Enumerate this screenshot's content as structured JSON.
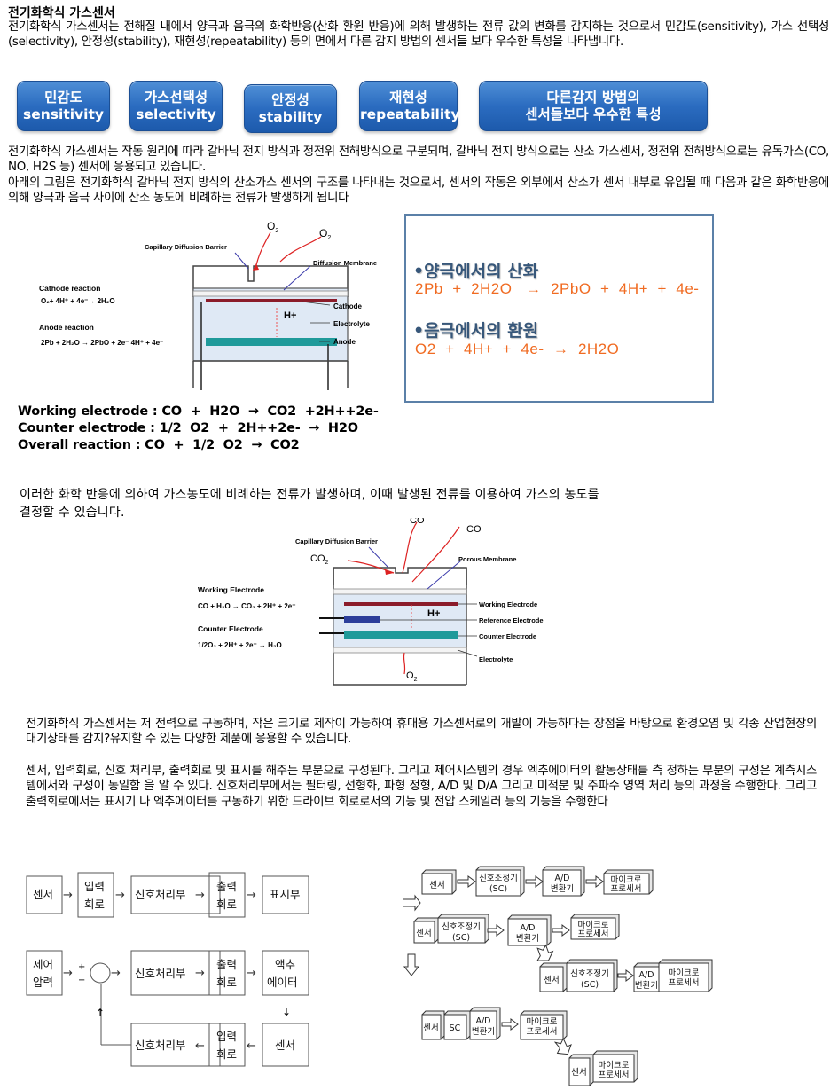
{
  "doc": {
    "title": "전기화학식 가스센서",
    "intro": "전기화학식 가스센서는 전해질 내에서 양극과 음극의 화학반응(산화 환원 반응)에 의해 발생하는 전류 값의 변화를 감지하는 것으로서 민감도(sensitivity), 가스 선택성(selectivity), 안정성(stability), 재현성(repeatability) 등의 면에서 다른 감지 방법의 센서들 보다 우수한 특성을 나타냅니다.",
    "p2": "전기화학식 가스센서는 작동 원리에 따라 갈바닉 전지 방식과 정전위 전해방식으로 구분되며, 갈바닉 전지 방식으로는 산소 가스센서, 정전위 전해방식으로는 유독가스(CO, NO, H2S 등) 센서에 응용되고 있습니다.",
    "p3": "아래의 그림은 전기화학식 갈바닉 전지 방식의 산소가스 센서의 구조를 나타내는 것으로서, 센서의 작동은 외부에서 산소가 센서 내부로 유입될 때 다음과 같은 화학반응에 의해 양극과 음극 사이에 산소 농도에 비례하는 전류가 발생하게 됩니다",
    "p4_line1": "이러한 화학 반응에 의하여 가스농도에 비례하는 전류가 발생하며, 이때 발생된 전류를 이용하여 가스의 농도를",
    "p4_line2": "결정할 수 있습니다.",
    "p5": "전기화학식 가스센서는 저 전력으로 구동하며, 작은 크기로 제작이 가능하여 휴대용 가스센서로의 개발이 가능하다는 장점을 바탕으로 환경오염 및 각종 산업현장의 대기상태를 감지?유지할 수 있는 다양한 제품에 응용할 수 있습니다.",
    "p6": "센서, 입력회로, 신호 처리부, 출력회로 및 표시를 해주는 부분으로 구성된다. 그리고 제어시스템의 경우 엑추에이터의 활동상태를 측 정하는 부분의 구성은 계측시스템에서와 구성이 동일함 을 알 수 있다. 신호처리부에서는 필터링, 선형화, 파형 정형, A/D 및 D/A 그리고 미적분 및 주파수 영역 처리 등의 과정을 수행한다. 그리고 출력회로에서는 표시기 나 엑추에이터를 구동하기 위한 드라이브 회로로서의 기능 및 전압 스케일러 등의 기능을 수행한다"
  },
  "pills": [
    {
      "l1": "민감도",
      "l2": "sensitivity"
    },
    {
      "l1": "가스선택성",
      "l2": "selectivity"
    },
    {
      "l1": "안정성",
      "l2": "stability"
    },
    {
      "l1": "재현성",
      "l2": "repeatability"
    },
    {
      "l1": "다른감지 방법의",
      "l2": "센서들보다 우수한 특성"
    }
  ],
  "o2fig": {
    "o2_a": "O",
    "o2_b": "O",
    "sub2": "2",
    "cdb": "Capillary Diffusion Barrier",
    "dm": "Diffusion Membrane",
    "cath_r": "Cathode reaction",
    "cath_eq": "O₂+ 4H⁺ + 4e⁻→ 2H₂O",
    "anode_r": "Anode reaction",
    "anode_eq": "2Pb + 2H₂O → 2PbO  + 2e⁻ 4H⁺ + 4e⁻",
    "hplus": "H+",
    "cathode": "Cathode",
    "electrolyte": "Electrolyte",
    "anode": "Anode"
  },
  "rx": {
    "h1": "•양극에서의 산화",
    "f1": "2Pb  +  2H2O   →  2PbO  +  4H+  +  4e-",
    "h2": "•음극에서의 환원",
    "f2": "O2  +  4H+  +  4e-  →  2H2O"
  },
  "equations": {
    "we": "Working electrode : CO  +  H2O  →  CO2  +2H++2e-",
    "ce": "Counter electrode : 1/2  O2  +  2H++2e-  →  H2O",
    "or": "Overall reaction : CO  +  1/2  O2  →  CO2"
  },
  "cofig": {
    "co_top": "CO",
    "co_right": "CO",
    "co2": "CO",
    "o2": "O",
    "sub2": "2",
    "cdb": "Capillary Diffusion Barrier",
    "pm": "Porous Membrane",
    "we_t": "Working Electrode",
    "we_eq": "CO + H₂O → CO₂ + 2H⁺ + 2e⁻",
    "ce_t": "Counter Electrode",
    "ce_eq": "1/2O₂ + 2H⁺ + 2e⁻ → H₂O",
    "hplus": "H+",
    "we": "Working Electrode",
    "re": "Reference Electrode",
    "ce": "Counter Electrode",
    "el": "Electrolyte"
  },
  "blocks": {
    "sensor": "센서",
    "input_a": "입력",
    "input_b": "회로",
    "sp": "신호처리부",
    "out_a": "출력",
    "out_b": "회로",
    "disp": "표시부",
    "ctrl_a": "제어",
    "ctrl_b": "압력",
    "act_a": "액추",
    "act_b": "에이터",
    "plus": "+",
    "minus": "−",
    "up": "↑",
    "down": "↓"
  },
  "pipeline": {
    "sensor": "센서",
    "sc_a": "신호조정기",
    "sc_b": "(SC)",
    "sc": "SC",
    "ad_a": "A/D",
    "ad_b": "변환기",
    "mp_a": "마이크로",
    "mp_b": "프로세서"
  }
}
